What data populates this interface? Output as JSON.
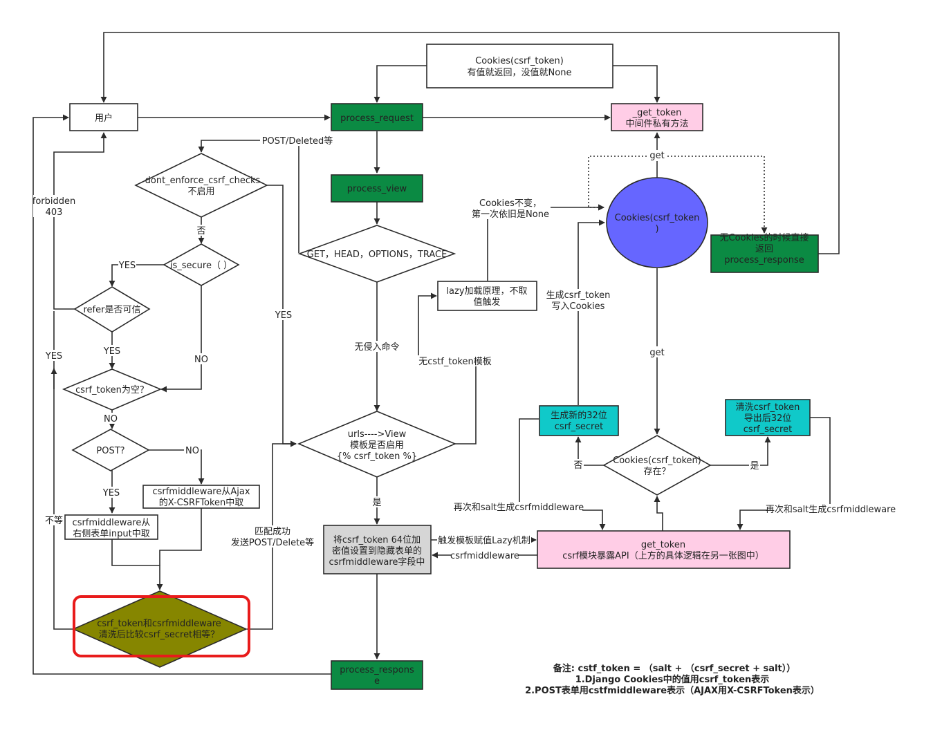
{
  "colors": {
    "green": "#0b8a43",
    "pink": "#ffcde6",
    "cyan": "#10c9c9",
    "purple": "#6666ff",
    "gray": "#d6d6d6",
    "olive": "#868600",
    "white": "#ffffff",
    "highlight_red": "#e81b1b"
  },
  "nodes": {
    "user": "用户",
    "cookies_top": [
      "Cookies(csrf_token)",
      "有值就返回，没值就None"
    ],
    "process_request": "process_request",
    "get_token_private": [
      "_get_token",
      "中间件私有方法"
    ],
    "process_view": "process_view",
    "dont_enforce": [
      "dont_enforce_csrf_checks",
      "不启用"
    ],
    "is_secure": "is_secure（  ）",
    "refer": "refer是否可信",
    "csrf_empty": "csrf_token为空？",
    "post_check": "POST?",
    "ajax_source": [
      "csrfmiddleware从Ajax",
      "的X-CSRFToken中取"
    ],
    "form_source": [
      "csrfmiddleware从",
      "右侧表单input中取"
    ],
    "compare": [
      "csrf_token和csrfmiddleware",
      "清洗后比较csrf_secret相等？"
    ],
    "methods": "GET，HEAD，OPTIONS，TRACE",
    "lazy": [
      "lazy加载原理，不取",
      "值触发"
    ],
    "template_check": [
      "urls---->View",
      "模板是否启用",
      "{% csrf_token %}"
    ],
    "set_hidden": [
      "将csrf_token 64位加",
      "密值设置到隐藏表单的",
      "csrfmiddleware字段中"
    ],
    "process_response": [
      "process_respons",
      "e"
    ],
    "cookies_circle": [
      "Cookies(csrf_token",
      ")"
    ],
    "no_cookie_return": [
      "无Cookies的时候直接",
      "返回",
      "process_response"
    ],
    "new_secret": [
      "生成新的32位",
      "csrf_secret"
    ],
    "clean_secret": [
      "清洗csrf_token",
      "导出后32位",
      "csrf_secret"
    ],
    "cookie_exists": [
      "Cookies(csrf_token)",
      "存在？"
    ],
    "get_token_api": [
      "get_token",
      "csrf模块暴露API（上方的具体逻辑在另一张图中）"
    ]
  },
  "edge_labels": {
    "post_deleted": "POST/Deleted等",
    "forbidden": [
      "forbidden",
      "403"
    ],
    "no_1": "否",
    "yes_secure": "YES",
    "yes_refer": "YES",
    "yes_left": "YES",
    "yes_dont": "YES",
    "no_secure": "NO",
    "no_empty": "NO",
    "no_post": "NO",
    "yes_post": "YES",
    "not_equal": "不等",
    "match_success": [
      "匹配成功",
      "发送POST/Delete等"
    ],
    "no_intrusion": "无侵入命令",
    "no_template": "无cstf_token模板",
    "is_yes": "是",
    "cookies_unchanged": [
      "Cookies不变，",
      "第一次依旧是None"
    ],
    "gen_write": [
      "生成csrf_token",
      "写入Cookies"
    ],
    "get_top": "get",
    "get_mid": "get",
    "no_2": "否",
    "yes_2": "是",
    "salt_left": "再次和salt生成csrfmiddleware",
    "salt_right": "再次和salt生成csrfmiddleware",
    "trigger_lazy": "触发模板赋值Lazy机制",
    "csrfmiddleware": "csrfmiddleware"
  },
  "notes": [
    "备注: cstf_token = （salt + （csrf_secret + salt））",
    "1.Django Cookies中的值用csrf_token表示",
    "2.POST表单用cstfmiddleware表示（AJAX用X-CSRFToken表示）"
  ]
}
